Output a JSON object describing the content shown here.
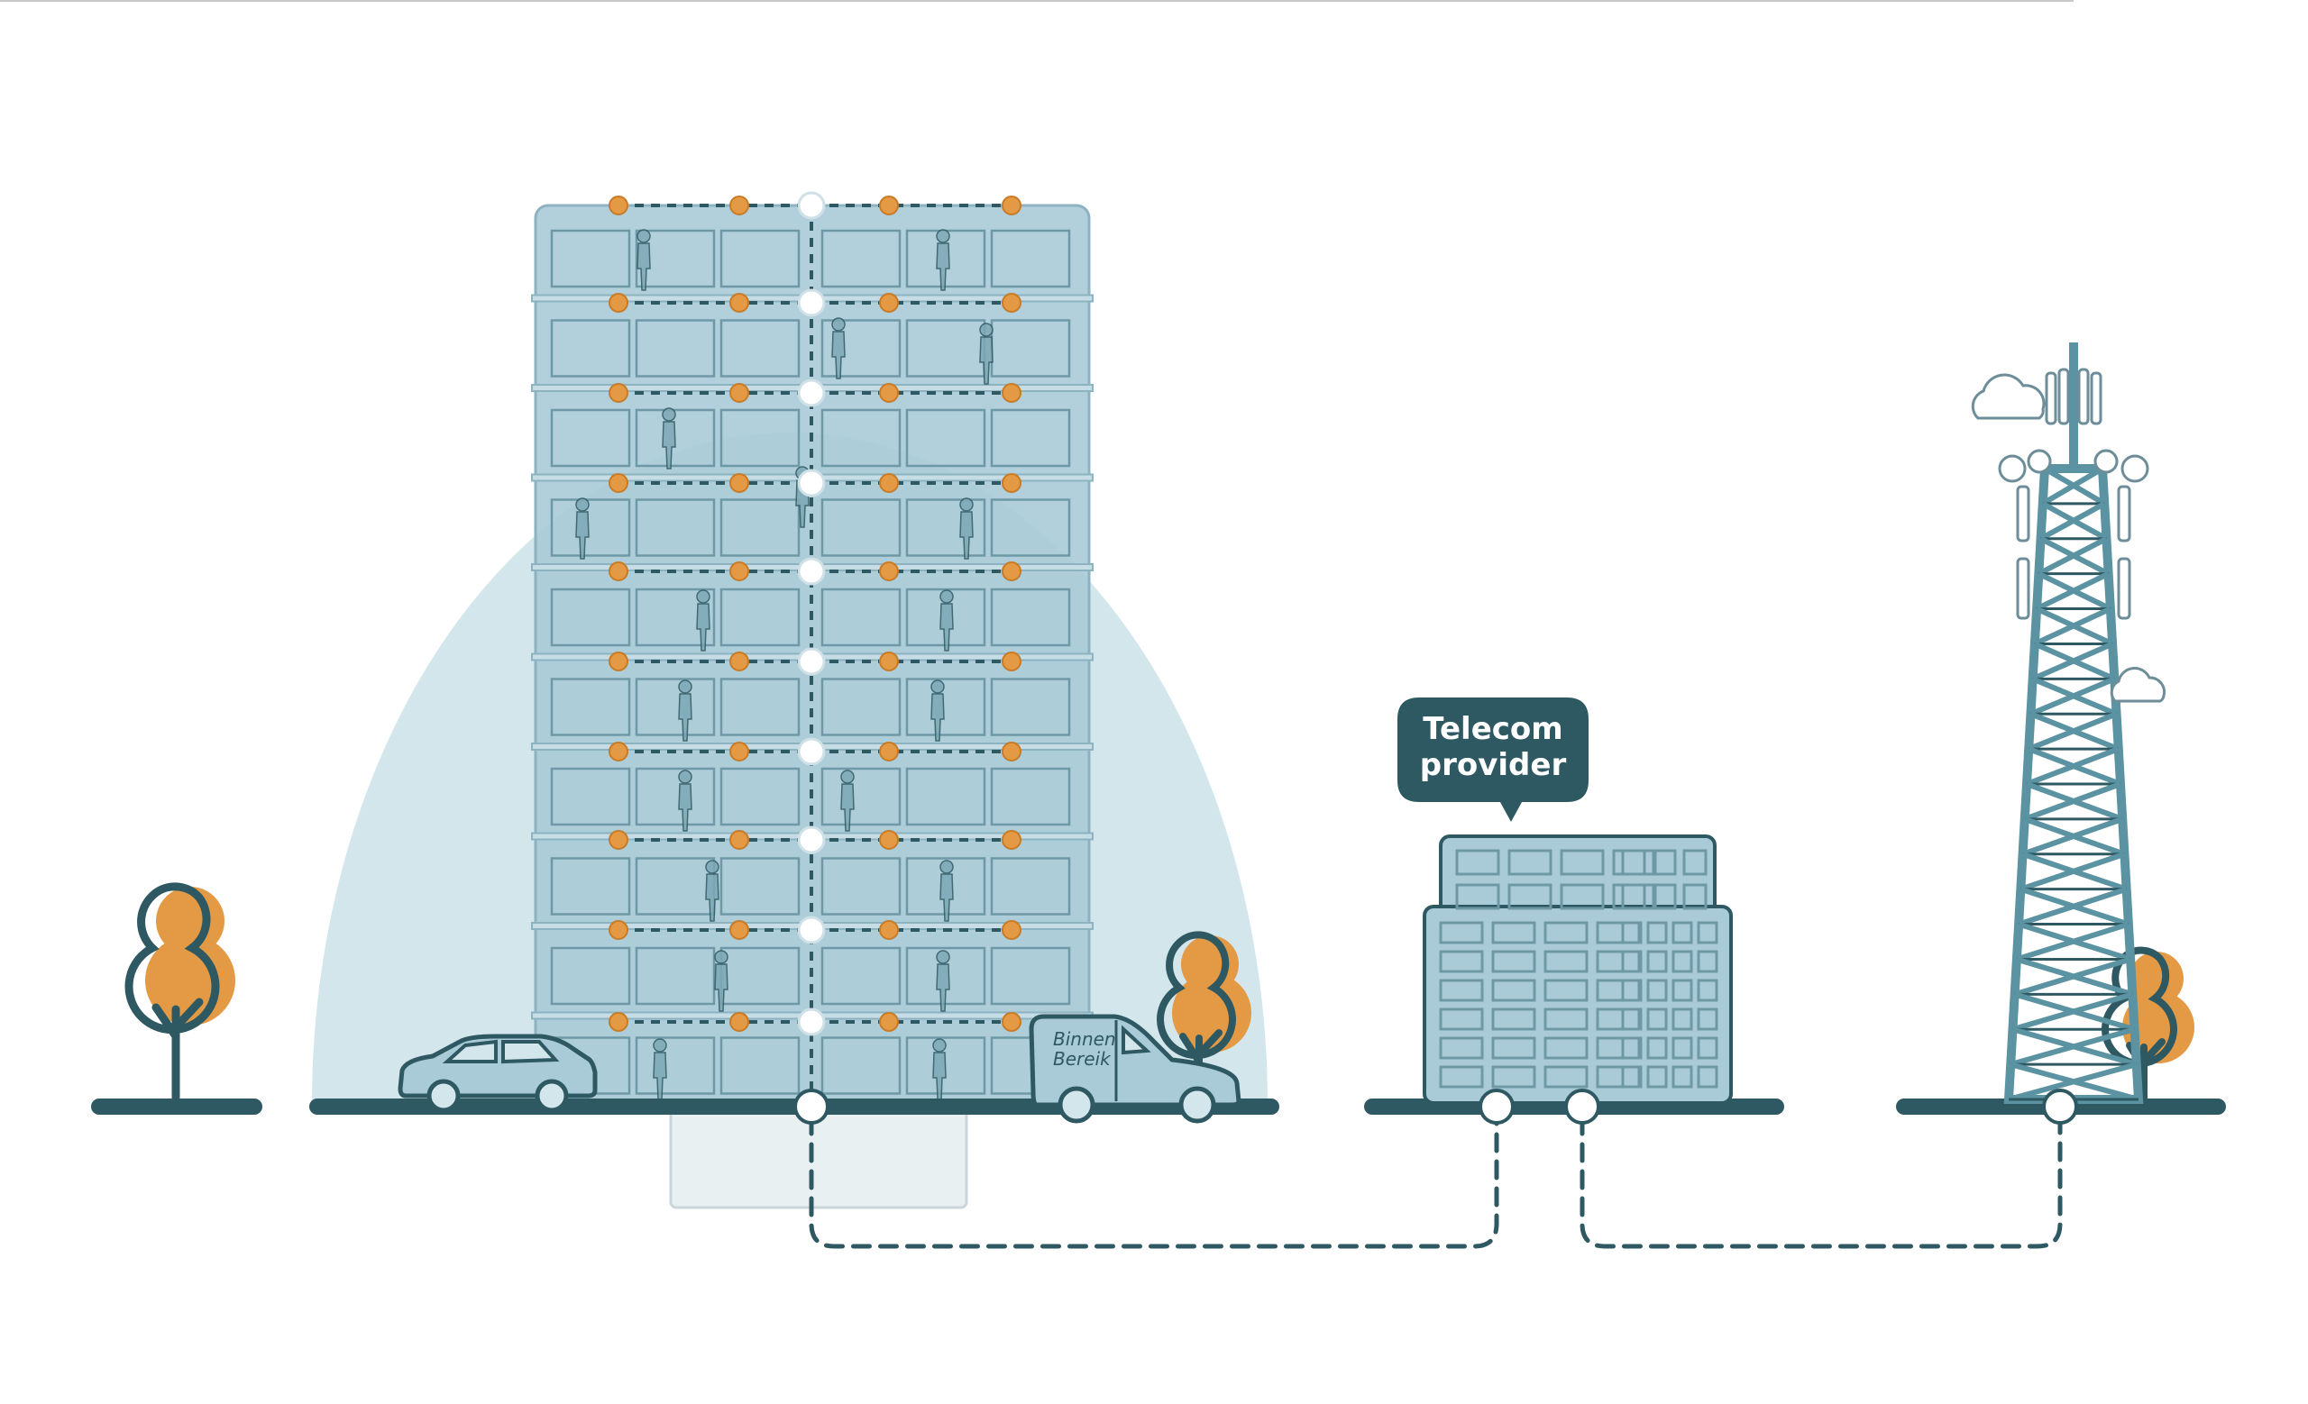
{
  "callout": {
    "line1": "Telecom",
    "line2": "provider"
  },
  "van": {
    "logo_line1": "Binnen",
    "logo_line2": "Bereik"
  },
  "colors": {
    "dark": "#2f5962",
    "building": "#a9cbd7",
    "building_line": "#6f98a6",
    "coverage": "#d3e6ec",
    "orange": "#e49a44",
    "white": "#ffffff",
    "tower": "#5b93a2"
  },
  "icons": [
    "tree-icon",
    "car-icon",
    "van-icon",
    "cloud-icon",
    "antenna-icon",
    "person-icon"
  ]
}
